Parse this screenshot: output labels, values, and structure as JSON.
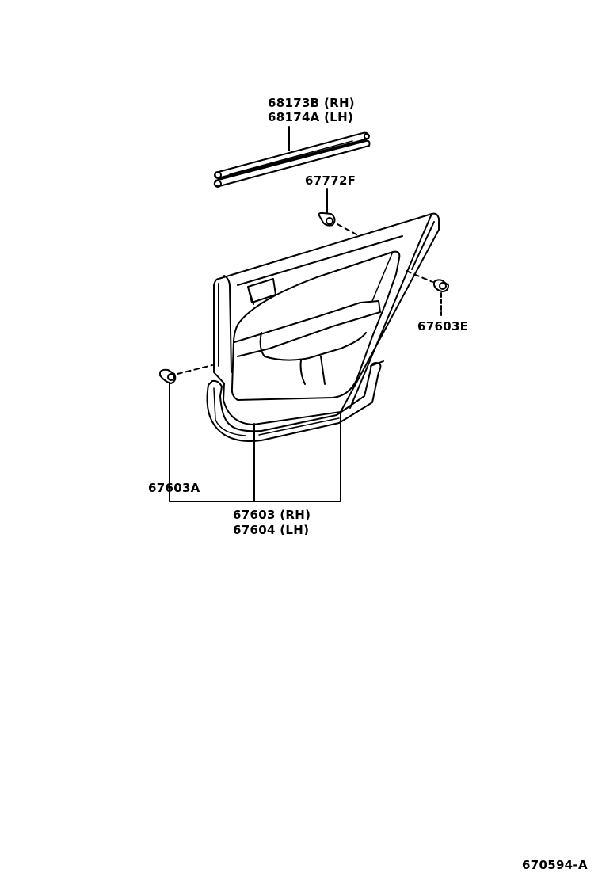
{
  "diagram": {
    "type": "parts-exploded-view",
    "subject": "rear door trim board assembly",
    "figure_id": "670594-A",
    "colors": {
      "line": "#000000",
      "background": "#ffffff"
    },
    "parts": [
      {
        "id": "weatherstrip",
        "lines": [
          "68173B (RH)",
          "68174A (LH)"
        ]
      },
      {
        "id": "clip-top",
        "lines": [
          "67772F"
        ]
      },
      {
        "id": "clip-right",
        "lines": [
          "67603E"
        ]
      },
      {
        "id": "clip-left",
        "lines": [
          "67603A"
        ]
      },
      {
        "id": "trim-board",
        "lines": [
          "67603 (RH)",
          "67604 (LH)"
        ]
      }
    ]
  }
}
